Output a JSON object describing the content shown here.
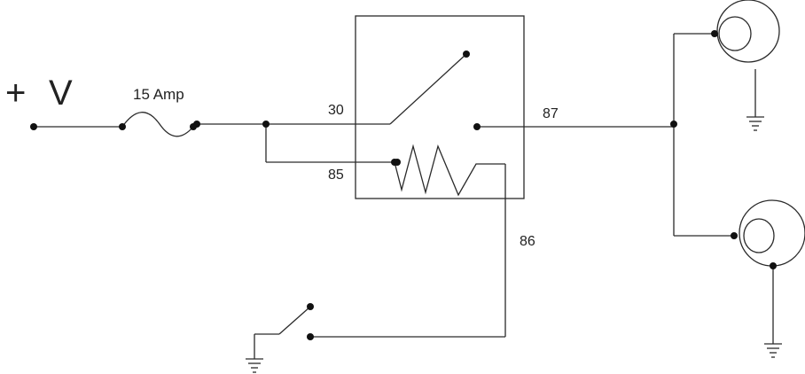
{
  "supply": {
    "sign": "+",
    "letter": "V"
  },
  "fuse": {
    "label": "15 Amp"
  },
  "relay": {
    "pin30": "30",
    "pin85": "85",
    "pin86": "86",
    "pin87": "87"
  },
  "colors": {
    "line": "#2a2a2a",
    "node": "#111111",
    "background": "#ffffff"
  },
  "components": [
    "power-supply",
    "fuse",
    "relay",
    "coil",
    "switch",
    "lamp",
    "lamp",
    "ground",
    "ground",
    "ground"
  ]
}
